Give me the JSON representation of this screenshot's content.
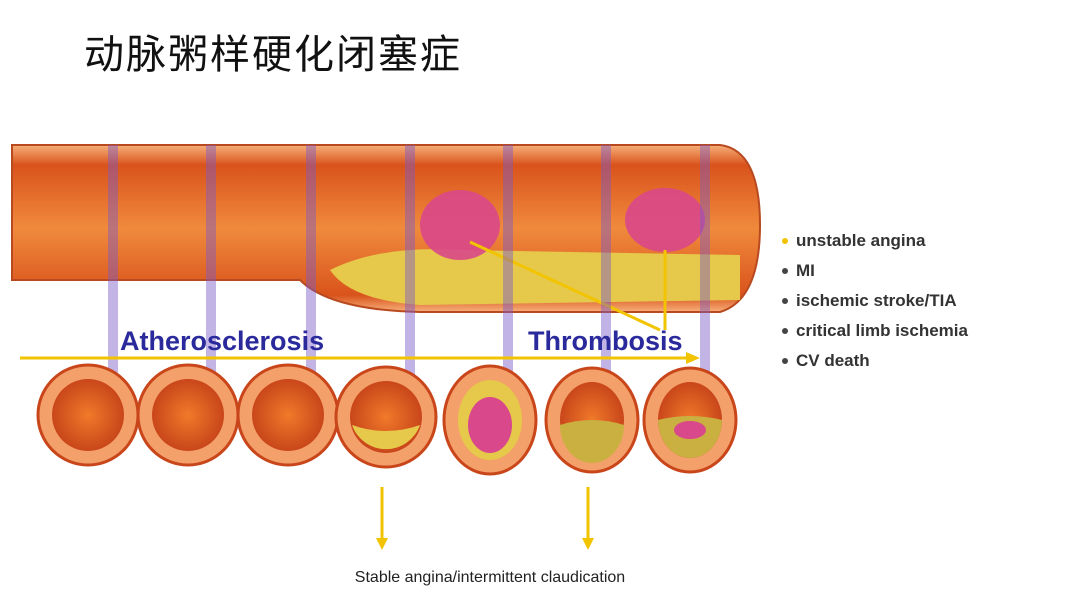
{
  "title": "动脉粥样硬化闭塞症",
  "stages": {
    "left": "Atherosclerosis",
    "right": "Thrombosis"
  },
  "outcomes": [
    "unstable angina",
    "MI",
    "ischemic stroke/TIA",
    "critical limb ischemia",
    "CV death"
  ],
  "bottom_caption": "Stable angina/intermittent claudication",
  "colors": {
    "arrow": "#f2c400",
    "stage_text": "#2b2a9c",
    "artery": "#e8742a",
    "plaque": "#e6c84a",
    "thrombus": "#d9488a"
  }
}
